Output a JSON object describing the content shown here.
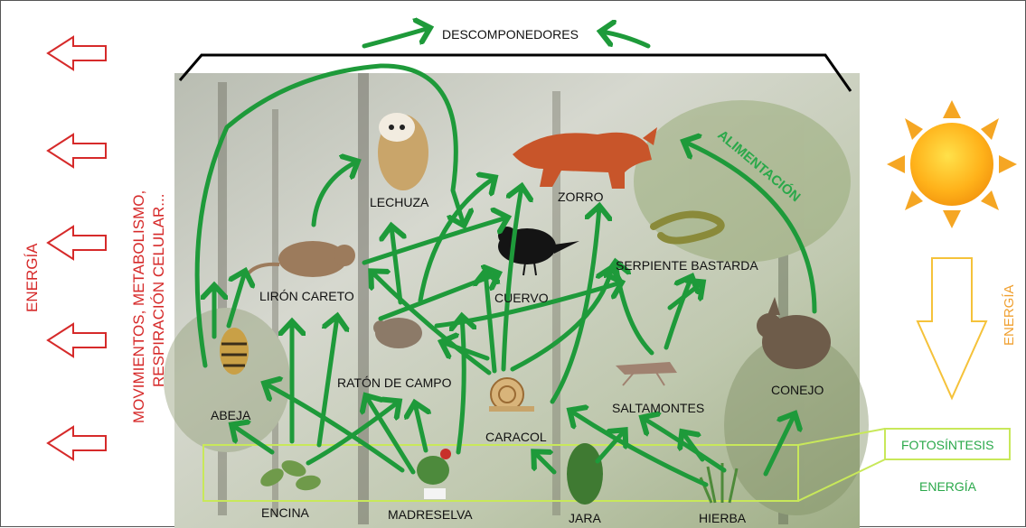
{
  "diagram": {
    "top_label": "DESCOMPONEDORES",
    "left_labels": {
      "energia": "ENERGÍA",
      "line1": "MOVIMIENTOS, METABOLISMO,",
      "line2": "RESPIRACIÓN CELULAR..."
    },
    "right_labels": {
      "energia_sun": "ENERGÍA",
      "fotosintesis": "FOTOSÍNTESIS",
      "energia_photo": "ENERGÍA"
    },
    "alimentacion": "ALIMENTACIÓN",
    "organisms": {
      "lechuza": "LECHUZA",
      "zorro": "ZORRO",
      "cuervo": "CUERVO",
      "serpiente": "SERPIENTE BASTARDA",
      "liron": "LIRÓN CARETO",
      "raton": "RATÓN DE CAMPO",
      "abeja": "ABEJA",
      "caracol": "CARACOL",
      "saltamontes": "SALTAMONTES",
      "conejo": "CONEJO",
      "encina": "ENCINA",
      "madreselva": "MADRESELVA",
      "jara": "JARA",
      "hierba": "HIERBA"
    },
    "colors": {
      "arrow_green": "#1e9a3a",
      "heat_red": "#d62a2a",
      "sun_orange": "#f0a030",
      "photo_box": "#c8e85a"
    }
  }
}
